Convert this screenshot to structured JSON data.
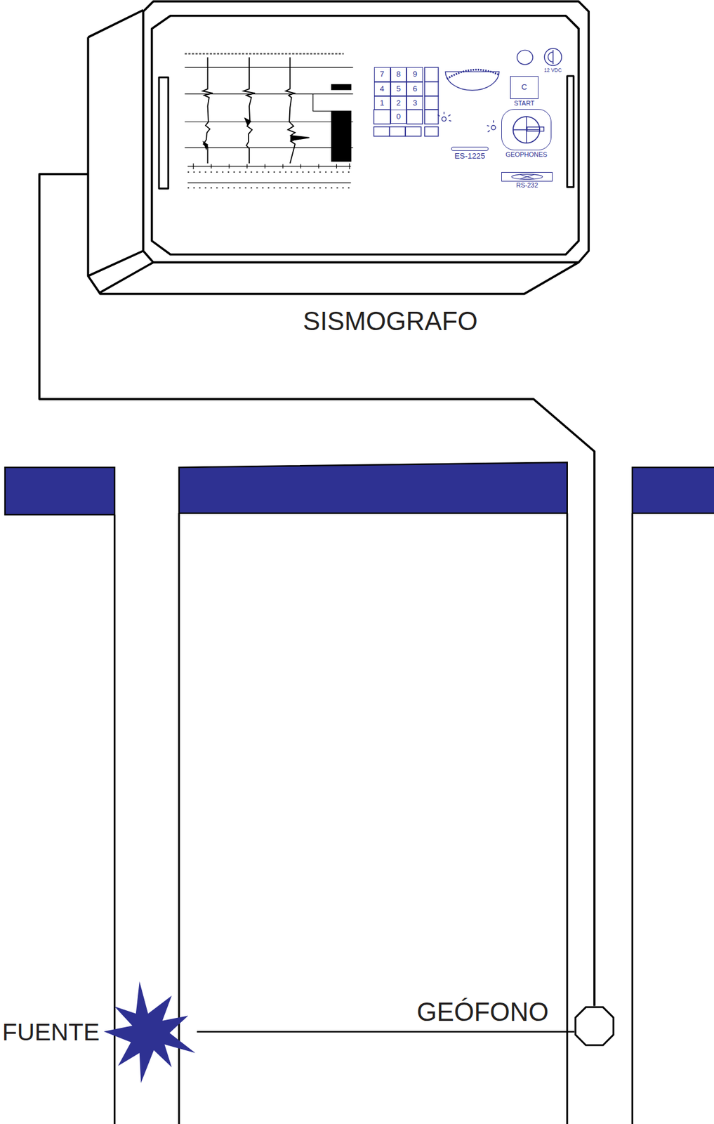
{
  "diagram": {
    "nodes": [
      {
        "text": [
          "SISMOGRAFO"
        ]
      },
      {
        "text": [
          "12 VDC"
        ],
        "in": 0
      },
      {
        "text": [
          "7"
        ],
        "in": 0
      },
      {
        "text": [
          "8"
        ],
        "in": 0
      },
      {
        "text": [
          "9"
        ],
        "in": 0
      },
      {
        "text": [
          "4"
        ],
        "in": 0
      },
      {
        "text": [
          "5"
        ],
        "in": 0
      },
      {
        "text": [
          "6"
        ],
        "in": 0
      },
      {
        "text": [
          "1"
        ],
        "in": 0
      },
      {
        "text": [
          "2"
        ],
        "in": 0
      },
      {
        "text": [
          "3"
        ],
        "in": 0
      },
      {
        "text": [
          "0"
        ],
        "in": 0
      },
      {
        "text": [
          "C",
          "START"
        ],
        "in": 0
      },
      {
        "text": [
          "GEOPHONES"
        ],
        "in": 0
      },
      {
        "text": [
          "ES-1225"
        ],
        "in": 0
      },
      {
        "text": [
          "RS-232"
        ],
        "in": 0
      },
      {
        "text": [
          "FUENTE"
        ]
      },
      {
        "text": [
          "GEÓFONO"
        ]
      }
    ],
    "edges": [
      {
        "from": 0,
        "to": 17,
        "arrow": "none"
      },
      {
        "from": 16,
        "to": 17,
        "arrow": "none"
      }
    ]
  }
}
